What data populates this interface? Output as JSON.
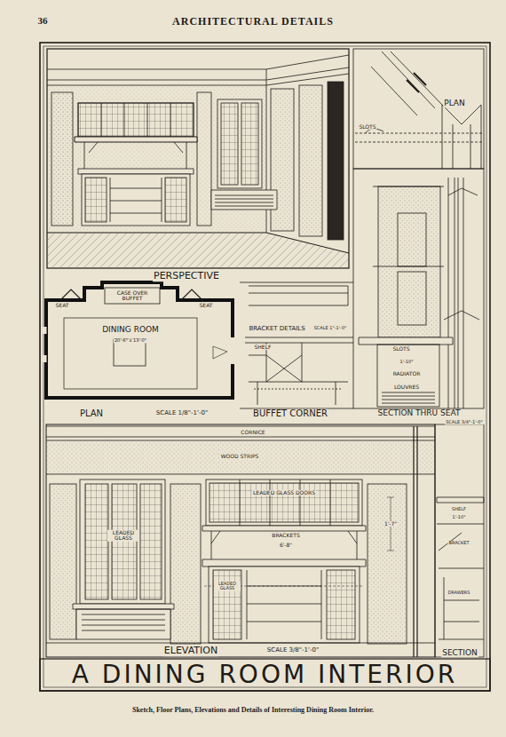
{
  "diagram": {
    "title": "A DINING ROOM INTERIOR",
    "caption": "Sketch, Floor Plans, Elevations and Details of Interesting Dining Room Interior.",
    "labels": [
      "36",
      "ARCHITECTURAL DETAILS",
      "PERSPECTIVE",
      "PLAN",
      "SLOTS",
      "CASE OVER BUFFET",
      "SEAT",
      "SEAT",
      "DINING ROOM",
      "20'-6\" x 13'-0\"",
      "PLAN",
      "SCALE 1/8\"-1'-0\"",
      "BRACKET DETAILS",
      "SCALE 1\"-1'-0\"",
      "SHELF",
      "BUFFET CORNER",
      "SLOTS",
      "1'-10\"",
      "RADIATOR",
      "LOUVRES",
      "SECTION THRU SEAT",
      "SCALE 3/4\"-1'-0\"",
      "CORNICE",
      "WOOD STRIPS",
      "LEADED GLASS",
      "LEADED GLASS DOORS",
      "BRACKETS",
      "6'-8\"",
      "LEADED GLASS",
      "1'-7\"",
      "SHELF",
      "1'-10\"",
      "BRACKET",
      "DRAWERS",
      "ELEVATION",
      "SCALE 3/8\"-1'-0\"",
      "SECTION"
    ]
  }
}
